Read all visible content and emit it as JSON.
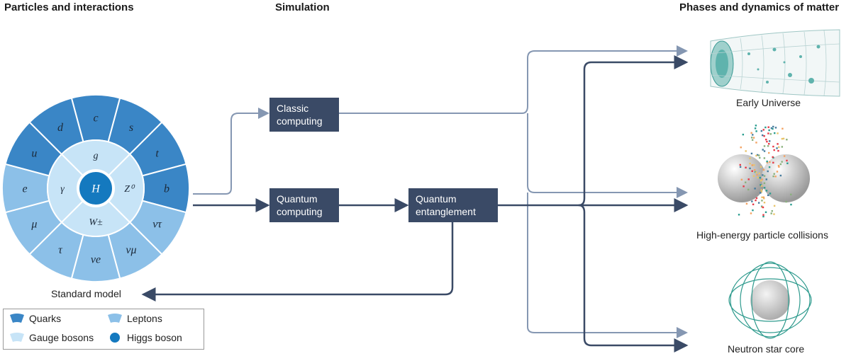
{
  "headers": {
    "left": "Particles and interactions",
    "middle": "Simulation",
    "right": "Phases and dynamics of matter"
  },
  "boxes": {
    "classic": "Classic computing",
    "quantum": "Quantum computing",
    "entanglement": "Quantum entanglement"
  },
  "standard_model_label": "Standard model",
  "particles": {
    "center": "H",
    "gauge": [
      "g",
      "Z⁰",
      "W±",
      "γ"
    ],
    "quarks": [
      "c",
      "s",
      "t",
      "b",
      "u",
      "d"
    ],
    "leptons": [
      "ντ",
      "νμ",
      "νe",
      "τ",
      "μ",
      "e"
    ]
  },
  "legend": {
    "quarks": "Quarks",
    "leptons": "Leptons",
    "gauge": "Gauge bosons",
    "higgs": "Higgs boson"
  },
  "phases": {
    "early_universe": "Early Universe",
    "collisions": "High-energy particle collisions",
    "neutron_star": "Neutron star core"
  },
  "colors": {
    "quark": "#3a86c6",
    "lepton": "#8cc0e8",
    "gauge": "#c7e4f7",
    "higgs": "#1479bf",
    "box": "#3a4a66",
    "classic_arrow": "#8597b2",
    "quantum_arrow": "#3a4a66"
  }
}
